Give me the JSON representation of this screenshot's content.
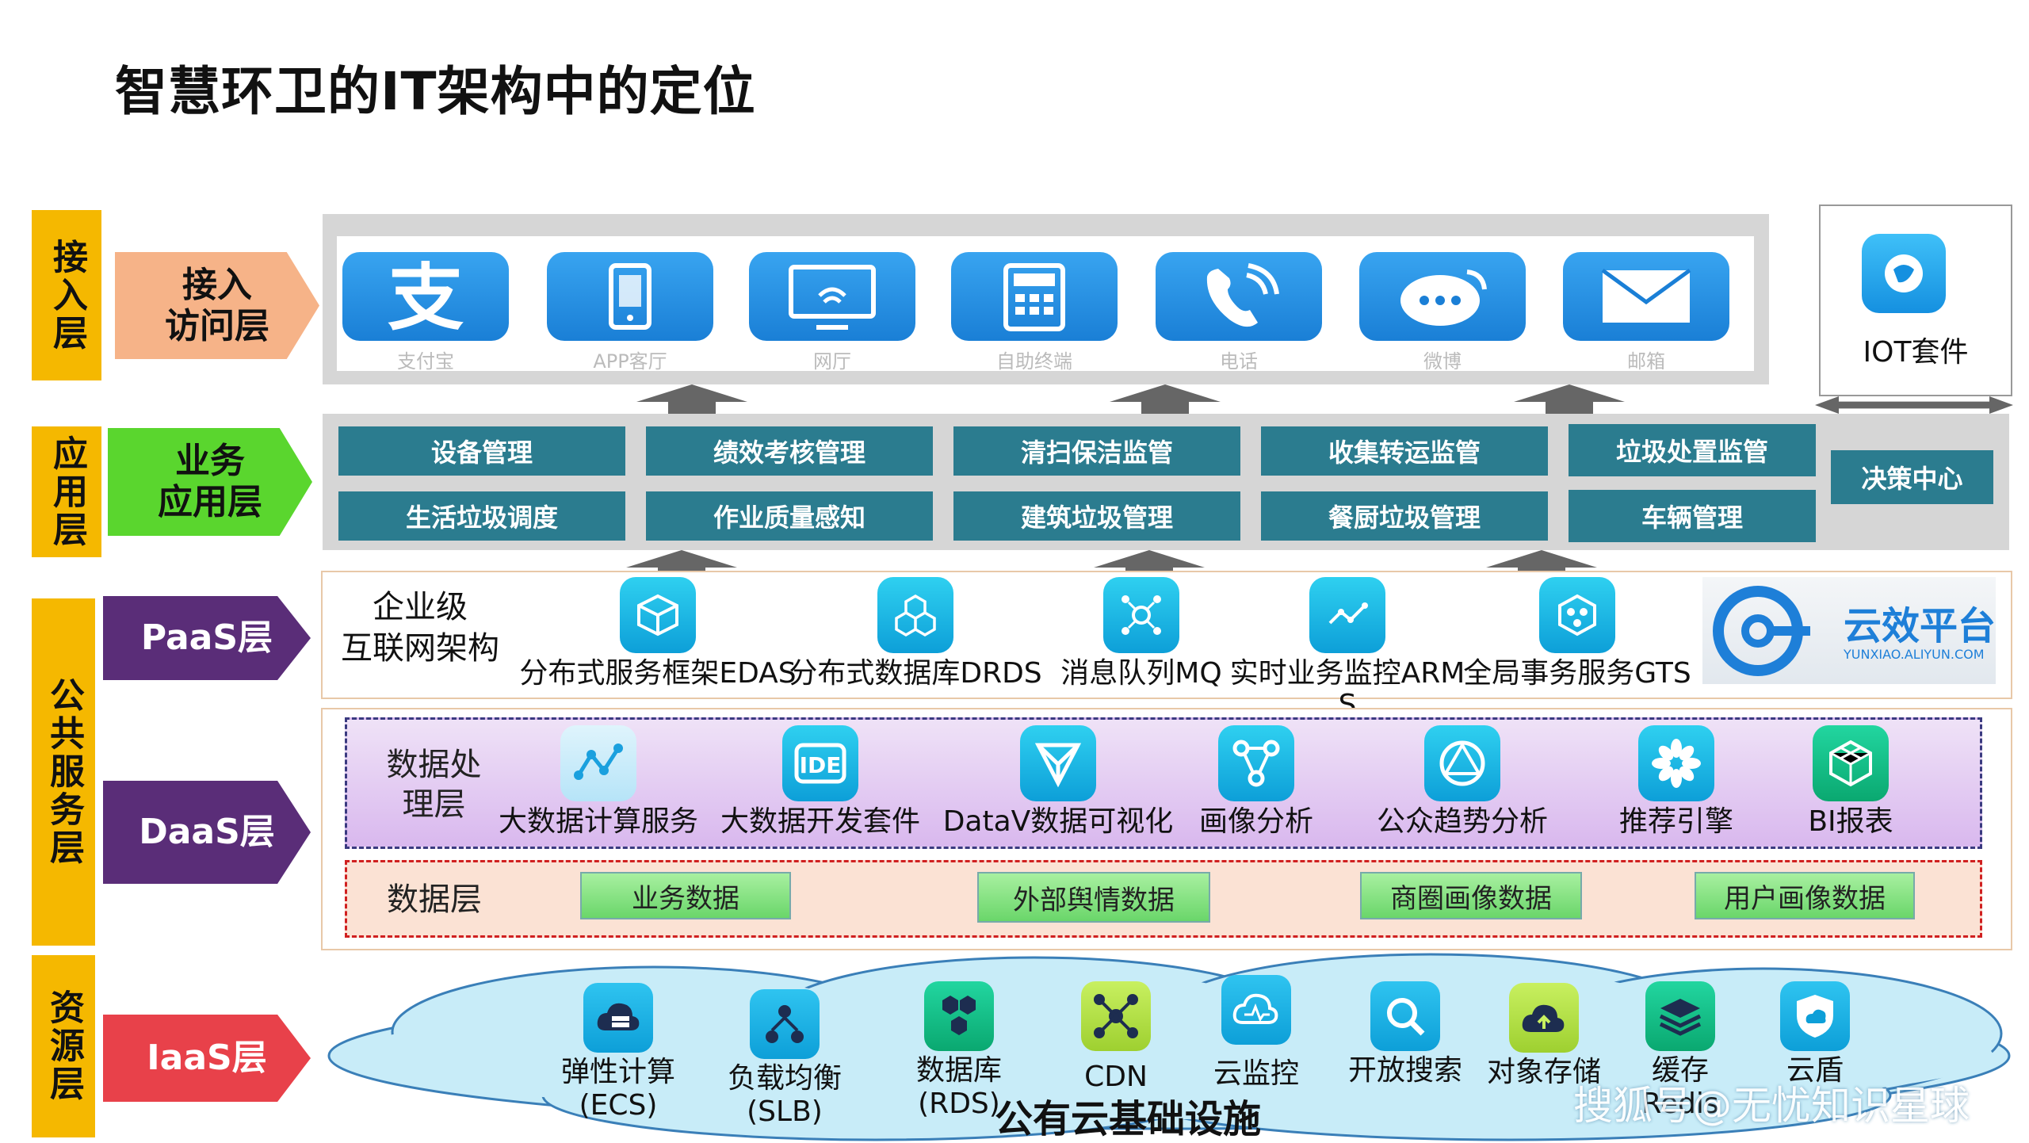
{
  "title": "智慧环卫的IT架构中的定位",
  "layers": {
    "access": "接入层",
    "app": "应用层",
    "public": "公共服务层",
    "resource": "资源层"
  },
  "labels": {
    "access": "接入\n访问层",
    "business": "业务\n应用层",
    "paas": "PaaS层",
    "daas": "DaaS层",
    "iaas": "IaaS层"
  },
  "channels": [
    "支付宝",
    "APP客厅",
    "网厅",
    "自助终端",
    "电话",
    "微博",
    "邮箱"
  ],
  "iot": "IOT套件",
  "business_modules": {
    "row1": [
      "设备管理",
      "绩效考核管理",
      "清扫保洁监管",
      "收集转运监管",
      "垃圾处置监管"
    ],
    "row2": [
      "生活垃圾调度",
      "作业质量感知",
      "建筑垃圾管理",
      "餐厨垃圾管理",
      "车辆管理"
    ],
    "decision": "决策中心"
  },
  "paas": {
    "heading": "企业级\n互联网架构",
    "services": [
      "分布式服务框架EDAS",
      "分布式数据库DRDS",
      "消息队列MQ",
      "实时业务监控ARM\nS",
      "全局事务服务GTS"
    ],
    "platform_name": "云效平台",
    "platform_url": "YUNXIAO.ALIYUN.COM"
  },
  "daas": {
    "processing_heading": "数据处\n理层",
    "processing": [
      "大数据计算服务",
      "大数据开发套件",
      "DataV数据可视化",
      "画像分析",
      "公众趋势分析",
      "推荐引擎",
      "BI报表"
    ],
    "data_heading": "数据层",
    "data": [
      "业务数据",
      "外部舆情数据",
      "商圈画像数据",
      "用户画像数据"
    ]
  },
  "iaas": {
    "services": [
      "弹性计算\n(ECS)",
      "负载均衡\n(SLB)",
      "数据库\n(RDS)",
      "CDN",
      "云监控",
      "开放搜索",
      "对象存储",
      "缓存\nRedis",
      "云盾"
    ],
    "infrastructure": "公有云基础设施"
  },
  "watermark": "搜狐号@无忧知识星球",
  "colors": {
    "yellow_bar": "#f5b800",
    "access_label": "#f6b388",
    "business_label": "#5ad62e",
    "paas_label": "#5a2d78",
    "daas_label": "#5a2d78",
    "iaas_label": "#e8414a",
    "module_box": "#2b7c8f"
  }
}
